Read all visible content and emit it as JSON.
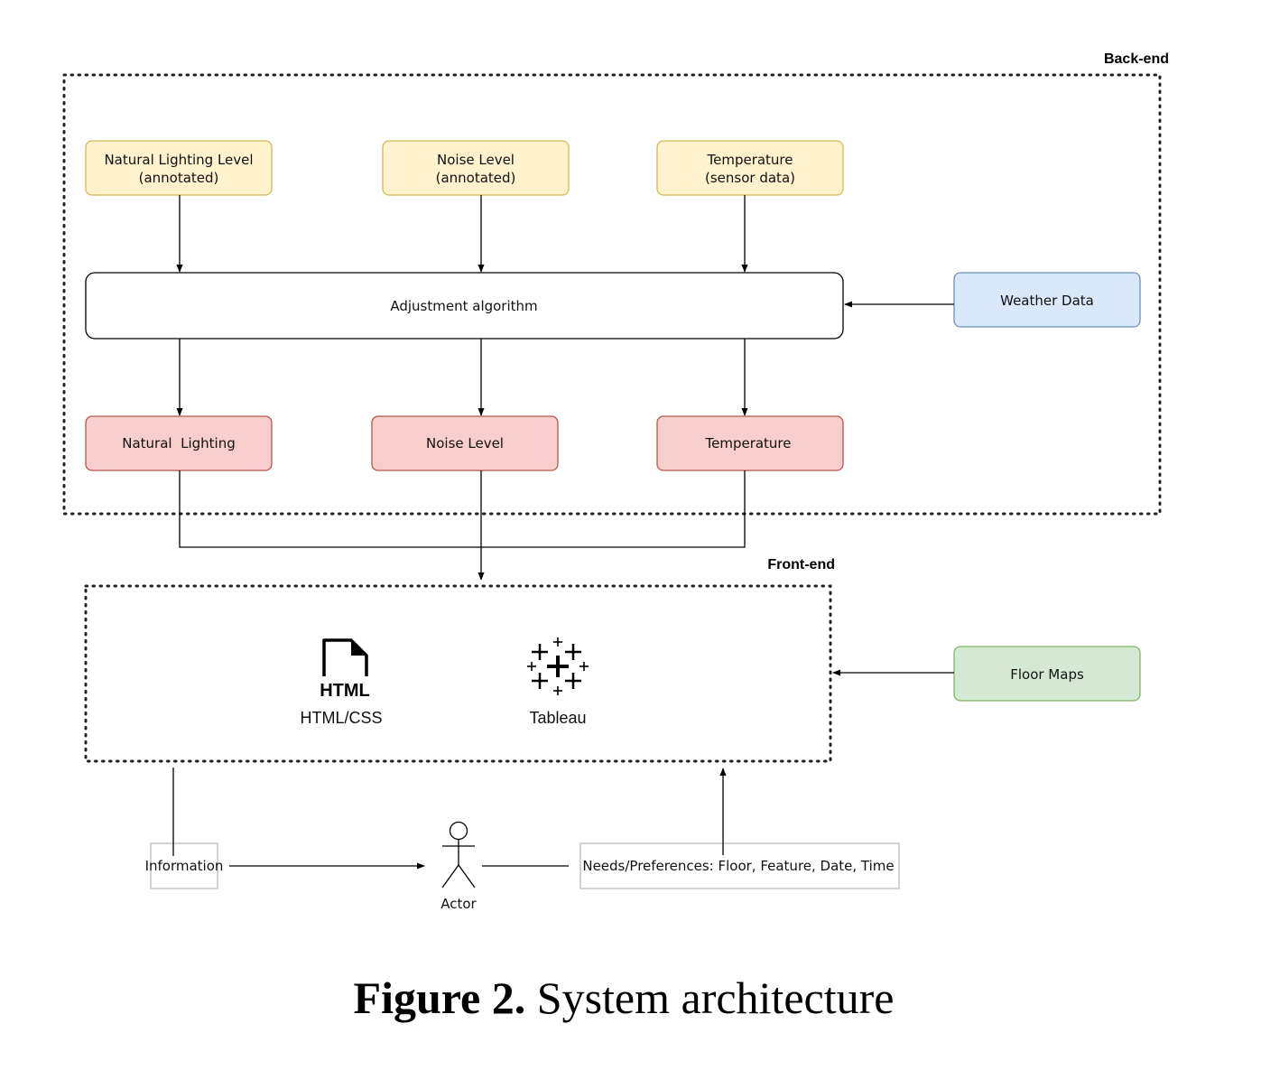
{
  "backend": {
    "title": "Back-end",
    "inputs": [
      {
        "line1": "Natural Lighting Level",
        "line2": "(annotated)"
      },
      {
        "line1": "Noise Level",
        "line2": "(annotated)"
      },
      {
        "line1": "Temperature",
        "line2": "(sensor data)"
      }
    ],
    "algorithm": "Adjustment algorithm",
    "weather": "Weather Data",
    "outputs": [
      "Natural  Lighting",
      "Noise Level",
      "Temperature"
    ]
  },
  "frontend": {
    "title": "Front-end",
    "html_icon_text": "HTML",
    "html_label": "HTML/CSS",
    "tableau_label": "Tableau",
    "floor_maps": "Floor Maps"
  },
  "user": {
    "information": "Information",
    "actor": "Actor",
    "needs": "Needs/Preferences: Floor, Feature, Date, Time"
  },
  "colors": {
    "input_fill": "#fff2cc",
    "input_stroke": "#d6b656",
    "output_fill": "#f8cecc",
    "output_stroke": "#b85450",
    "weather_fill": "#dae8fc",
    "weather_stroke": "#6c8ebf",
    "floor_fill": "#d5e8d4",
    "floor_stroke": "#82b366"
  },
  "caption": {
    "label": "Figure 2.",
    "text": " System architecture"
  }
}
